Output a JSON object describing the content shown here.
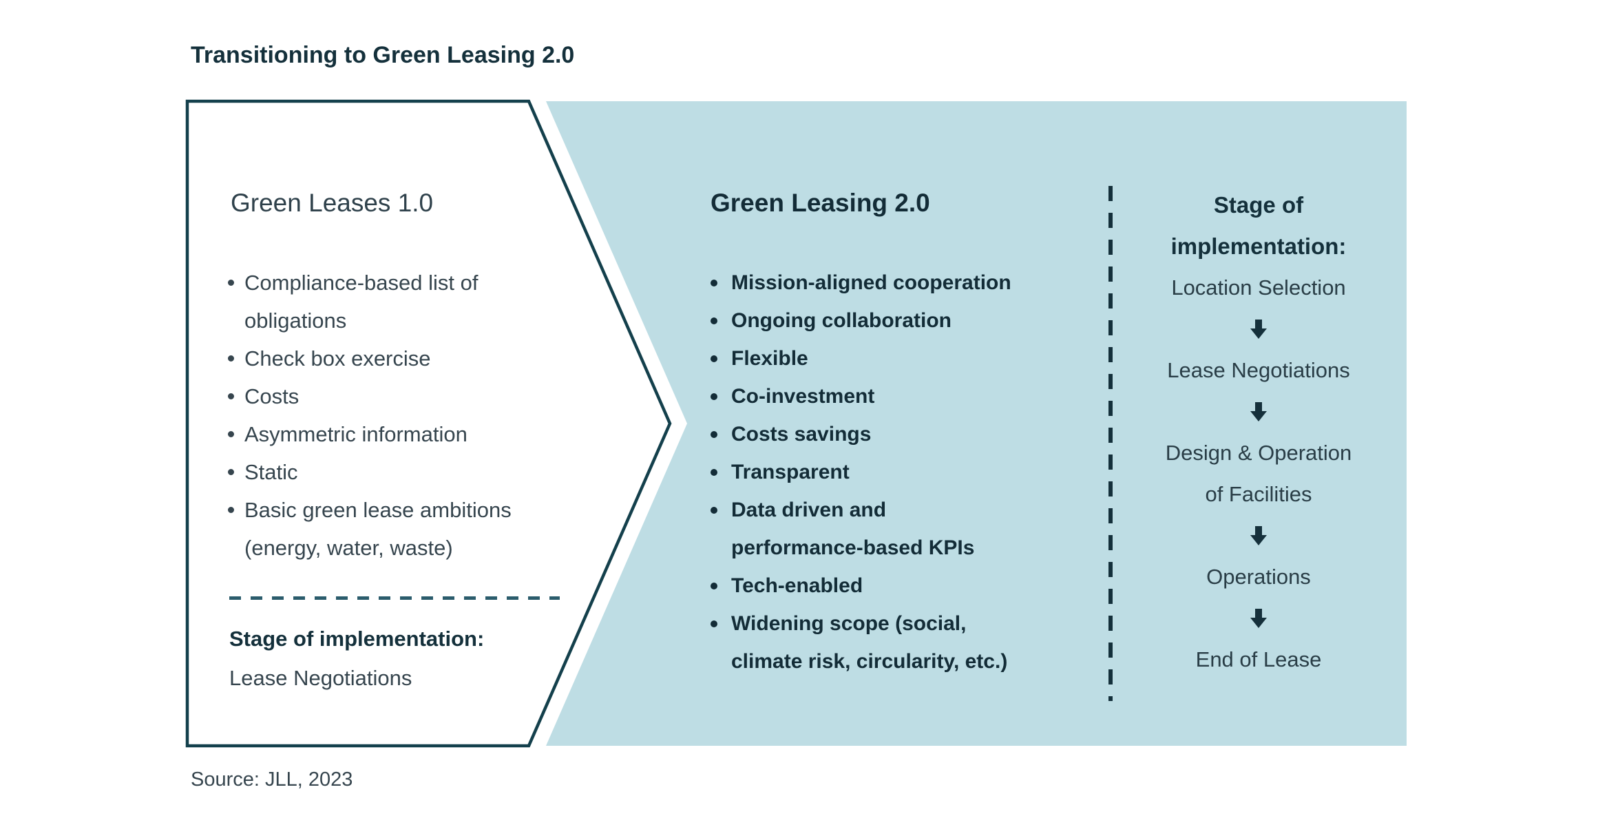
{
  "title": "Transitioning to Green Leasing 2.0",
  "colors": {
    "background": "#ffffff",
    "panel_blue": "#bedde4",
    "outline_teal": "#14404c",
    "heading_dark": "#132c37",
    "body_text": "#36454e",
    "dash_teal": "#2b5c6c"
  },
  "left_box": {
    "heading": "Green Leases 1.0",
    "bullets": [
      "Compliance-based list of\nobligations",
      "Check box exercise",
      "Costs",
      "Asymmetric information",
      "Static",
      "Basic green lease ambitions\n(energy, water, waste)"
    ],
    "stage_label": "Stage of implementation:",
    "stage_value": "Lease Negotiations"
  },
  "blue_panel": {
    "heading": "Green Leasing 2.0",
    "bullets": [
      "Mission-aligned cooperation",
      "Ongoing collaboration",
      "Flexible",
      "Co-investment",
      "Costs savings",
      "Transparent",
      "Data driven and\nperformance-based KPIs",
      "Tech-enabled",
      "Widening scope (social,\nclimate risk, circularity, etc.)"
    ]
  },
  "stages_column": {
    "heading": "Stage of\nimplementation:",
    "stages": [
      "Location Selection",
      "Lease Negotiations",
      "Design & Operation\nof Facilities",
      "Operations",
      "End of Lease"
    ]
  },
  "source": "Source: JLL, 2023"
}
